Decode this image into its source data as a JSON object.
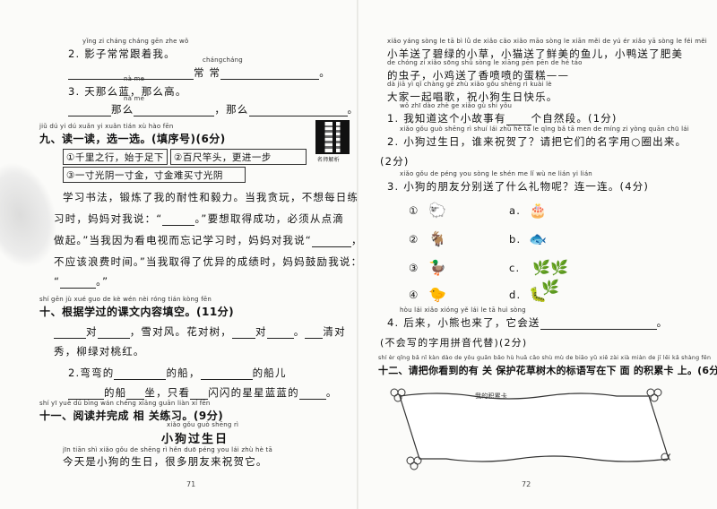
{
  "left": {
    "q2": {
      "pinyin": "yǐng zi cháng cháng gēn zhe wǒ",
      "text": "2. 影子常常跟着我。",
      "fill_pinyin": "chángcháng",
      "fill_text": "常  常"
    },
    "q3": {
      "pinyin": "nà me",
      "text": "3. 天那么蓝，那么高。",
      "fill_label": "那么",
      "fill_label2": "那么"
    },
    "sec9": {
      "pinyin": "jiǔ   dú yi dú   xuǎn yi xuǎn   tián xù hào   fēn",
      "title": "九、读一读，选一选。(填序号)(6分)",
      "opt1": "①千里之行，始于足下",
      "opt2": "②百尺竿头，更进一步",
      "opt3": "③一寸光阴一寸金，寸金难买寸光阴",
      "qr_label": "名师解析"
    },
    "para": {
      "line1": "学习书法，锻炼了我的耐性和毅力。当我贪玩，不想每日练",
      "line2a": "习时，妈妈对我说：“",
      "line2b": "。”要想取得成功，必须从点滴",
      "line3a": "做起。”当我因为看电视而忘记学习时，妈妈对我说“",
      "line3b": "，",
      "line4": "不应该浪费时间。”当我取得了优异的成绩时，妈妈鼓励我说：",
      "line5b": "。”"
    },
    "sec10": {
      "pinyin": "shí   gēn jù xué guo de kè wén nèi róng tián kòng   fēn",
      "title": "十、根据学过的课文内容填空。(11分)",
      "l1_dui": "对",
      "l1b": "，雪对风。花对树，",
      "l1c": "对",
      "l1d": "。",
      "l1e": "清对",
      "l2": "秀，柳绿对桃红。",
      "q2a": "2.弯弯的",
      "q2b": "的船，",
      "q2c": "的船儿",
      "q3a": "的船",
      "q3b": "坐，只看",
      "q3c": "闪闪的星星蓝蓝的",
      "q3d": "。"
    },
    "sec11": {
      "pinyin": "shí yī   yuè dú bìng wán chéng xiāng guān liàn xí   fēn",
      "title": "十一、阅读并完成 相 关练习。(9分)"
    },
    "story": {
      "pinyin": "xiǎo gǒu guò shēng rì",
      "title": "小狗过生日",
      "l1_pinyin": "jīn tiān shì xiǎo gǒu de shēng rì   hěn duō péng you lái zhù hè tā",
      "l1": "今天是小狗的生日，很多朋友来祝贺它。"
    },
    "page_no": "71"
  },
  "right": {
    "s1_pinyin": "xiǎo yáng sòng le  tā  bì lǜ de xiǎo cǎo   xiǎo māo sòng le xiān měi de yú ér   xiǎo yā sòng le féi měi",
    "s1": "小羊送了碧绿的小草，小猫送了鲜美的鱼儿，小鸭送了肥美",
    "s2_pinyin": "de chóng zi   xiǎo sōng shǔ sòng le xiāng pēn pēn de hé táo",
    "s2": "的虫子，小鸡送了香喷喷的蛋糕——",
    "s3_pinyin": "dà jiā yì qǐ chàng gē   zhù xiǎo gǒu shēng rì kuài lè",
    "s3": "大家一起唱歌，祝小狗生日快乐。",
    "q1_pinyin": "wǒ zhī dào zhè ge xiǎo gù shi yǒu",
    "q1a": "1. 我知道这个小故事有",
    "q1b": "个自然段。(1分)",
    "q2_pinyin": "xiǎo gǒu guò shēng rì  shuí lái zhù hè tā le  qǐng bǎ tā men de míng zi yòng   quān chū lái",
    "q2": "2. 小狗过生日，谁来祝贺了？请把它们的名字用○圈出来。",
    "q2b": "(2分)",
    "q3_pinyin": "xiǎo gǒu de péng you sòng le shén me lǐ wù  ne  lián yi lián",
    "q3": "3. 小狗的朋友分别送了什么礼物呢？连一连。(4分)",
    "items": [
      {
        "n": "①",
        "icon": "sheep-icon",
        "l": "a.",
        "gift": "cake-icon"
      },
      {
        "n": "②",
        "icon": "goat-icon",
        "l": "b.",
        "gift": "fish-icon"
      },
      {
        "n": "③",
        "icon": "duck-icon",
        "l": "c.",
        "gift": "grass-icon"
      },
      {
        "n": "④",
        "icon": "chick-icon",
        "l": "d.",
        "gift": "bug-icon"
      }
    ],
    "q4_pinyin": "hòu lái   xiǎo xióng yě lái le   tā huì sòng",
    "q4a": "4. 后来，小熊也来了，它会送",
    "q4b": "。",
    "q4_note": "(不会写的字用拼音代替)(2分)",
    "sec12_pinyin": "shí èr   qǐng bǎ nǐ kàn dào de yǒu guān bǎo hù huā cǎo shù mù de biāo yǔ xiě zài xià miàn de jī lěi kǎ shàng  fēn",
    "sec12": "十二、请把你看到的有 关 保护花草树木的标语写在下 面 的积累卡 上。(6分)",
    "card_title": "我的积累卡",
    "page_no": "72"
  }
}
